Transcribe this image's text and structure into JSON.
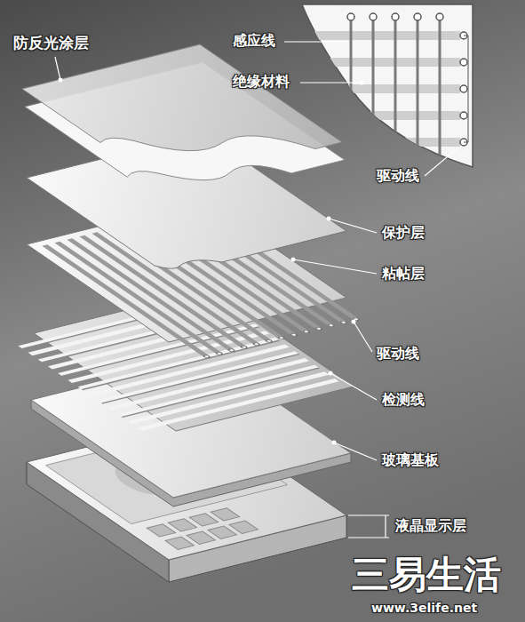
{
  "diagram": {
    "labels": [
      "防反光涂层",
      "感应线",
      "绝缘材料",
      "驱动线",
      "保护层",
      "粘帖层",
      "驱动线",
      "检测线",
      "玻璃基板",
      "液晶显示层",
      "三易生活",
      "www.3elife.net"
    ]
  }
}
